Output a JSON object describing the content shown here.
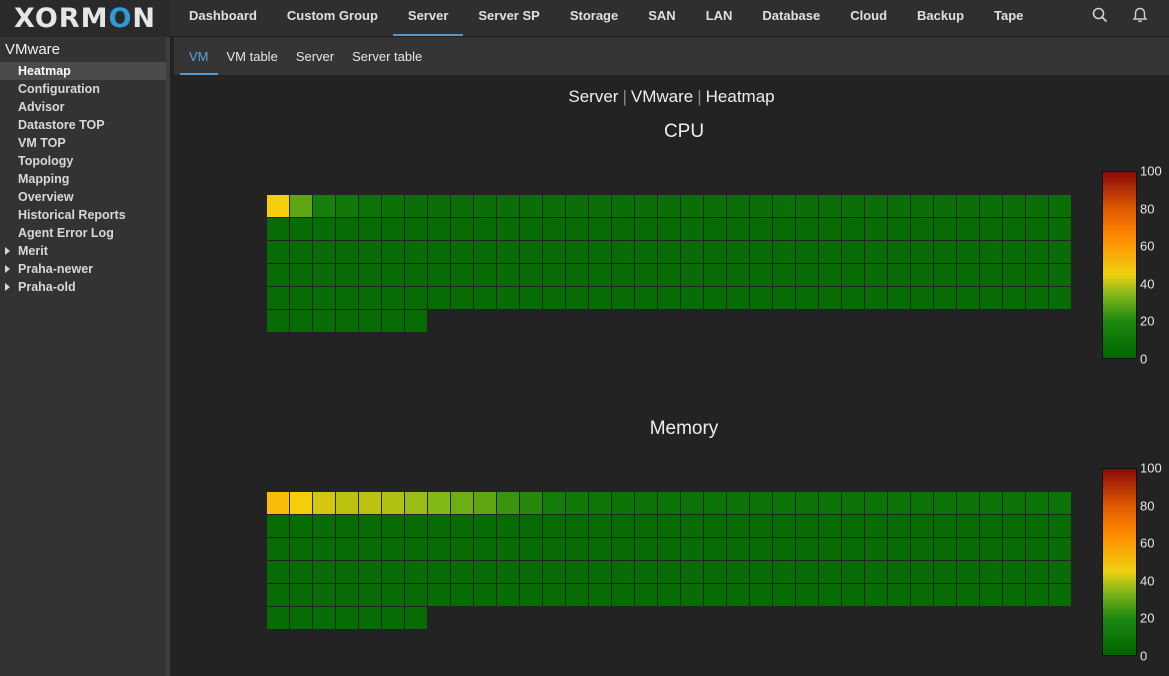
{
  "logo": {
    "text_a": "X",
    "text_b": "ORM",
    "text_c": "O",
    "text_d": "N"
  },
  "main_nav": [
    "Dashboard",
    "Custom Group",
    "Server",
    "Server SP",
    "Storage",
    "SAN",
    "LAN",
    "Database",
    "Cloud",
    "Backup",
    "Tape"
  ],
  "main_nav_active": 2,
  "icons": {
    "search": "search-icon",
    "notifications": "bell-icon"
  },
  "sidebar": {
    "title": "VMware",
    "items": [
      {
        "label": "Heatmap",
        "active": true,
        "expandable": false
      },
      {
        "label": "Configuration",
        "active": false,
        "expandable": false
      },
      {
        "label": "Advisor",
        "active": false,
        "expandable": false
      },
      {
        "label": "Datastore TOP",
        "active": false,
        "expandable": false
      },
      {
        "label": "VM TOP",
        "active": false,
        "expandable": false
      },
      {
        "label": "Topology",
        "active": false,
        "expandable": false
      },
      {
        "label": "Mapping",
        "active": false,
        "expandable": false
      },
      {
        "label": "Overview",
        "active": false,
        "expandable": false
      },
      {
        "label": "Historical Reports",
        "active": false,
        "expandable": false
      },
      {
        "label": "Agent Error Log",
        "active": false,
        "expandable": false
      },
      {
        "label": "Merit",
        "active": false,
        "expandable": true
      },
      {
        "label": "Praha-newer",
        "active": false,
        "expandable": true
      },
      {
        "label": "Praha-old",
        "active": false,
        "expandable": true
      }
    ]
  },
  "sub_nav": [
    "VM",
    "VM table",
    "Server",
    "Server table"
  ],
  "sub_nav_active": 0,
  "breadcrumb": [
    "Server",
    "VMware",
    "Heatmap"
  ],
  "charts": [
    {
      "title": "CPU",
      "legend_ticks": [
        "100",
        "80",
        "60",
        "40",
        "20",
        "0"
      ]
    },
    {
      "title": "Memory",
      "legend_ticks": [
        "100",
        "80",
        "60",
        "40",
        "20",
        "0"
      ]
    }
  ],
  "chart_data": [
    {
      "type": "heatmap",
      "title": "CPU",
      "columns": 35,
      "scale": [
        0,
        100
      ],
      "values": [
        45,
        30,
        18,
        14,
        10,
        9,
        8,
        8,
        8,
        8,
        8,
        8,
        8,
        8,
        8,
        8,
        8,
        8,
        8,
        8,
        8,
        8,
        8,
        8,
        8,
        8,
        8,
        8,
        8,
        8,
        8,
        8,
        8,
        8,
        8,
        5,
        5,
        5,
        5,
        5,
        5,
        5,
        5,
        5,
        5,
        5,
        5,
        5,
        5,
        5,
        5,
        5,
        5,
        5,
        5,
        5,
        5,
        5,
        5,
        5,
        5,
        5,
        5,
        5,
        5,
        5,
        5,
        5,
        5,
        5,
        5,
        5,
        5,
        5,
        5,
        5,
        5,
        5,
        5,
        5,
        5,
        5,
        5,
        5,
        5,
        5,
        5,
        5,
        5,
        5,
        5,
        5,
        5,
        5,
        5,
        5,
        5,
        5,
        5,
        5,
        5,
        5,
        5,
        5,
        5,
        5,
        5,
        5,
        5,
        5,
        5,
        5,
        5,
        5,
        5,
        5,
        5,
        5,
        5,
        5,
        5,
        5,
        5,
        5,
        5,
        5,
        5,
        5,
        5,
        5,
        5,
        5,
        5,
        5,
        5,
        5,
        5,
        5,
        5,
        5,
        5,
        5,
        5,
        5,
        5,
        5,
        5,
        5,
        5,
        5,
        5,
        5,
        5,
        5,
        5,
        5,
        5,
        5,
        5,
        5,
        5,
        5,
        5,
        5,
        5,
        5,
        5,
        5,
        5,
        5,
        5,
        5,
        5,
        5,
        5,
        5,
        5,
        5,
        5,
        5,
        5,
        5
      ]
    },
    {
      "type": "heatmap",
      "title": "Memory",
      "columns": 35,
      "scale": [
        0,
        100
      ],
      "values": [
        50,
        45,
        42,
        40,
        40,
        39,
        37,
        35,
        32,
        30,
        25,
        22,
        16,
        14,
        12,
        11,
        10,
        10,
        10,
        10,
        10,
        10,
        10,
        10,
        10,
        10,
        10,
        10,
        10,
        10,
        10,
        10,
        10,
        10,
        10,
        5,
        5,
        5,
        5,
        5,
        5,
        5,
        5,
        5,
        5,
        5,
        5,
        5,
        5,
        5,
        5,
        5,
        5,
        5,
        5,
        5,
        5,
        5,
        5,
        5,
        5,
        5,
        5,
        5,
        5,
        5,
        5,
        5,
        5,
        5,
        5,
        5,
        5,
        5,
        5,
        5,
        5,
        5,
        5,
        5,
        5,
        5,
        5,
        5,
        5,
        5,
        5,
        5,
        5,
        5,
        5,
        5,
        5,
        5,
        5,
        5,
        5,
        5,
        5,
        5,
        5,
        5,
        5,
        5,
        5,
        5,
        5,
        5,
        5,
        5,
        5,
        5,
        5,
        5,
        5,
        5,
        5,
        5,
        5,
        5,
        5,
        5,
        5,
        5,
        5,
        5,
        5,
        5,
        5,
        5,
        5,
        5,
        5,
        5,
        5,
        5,
        5,
        5,
        5,
        5,
        5,
        5,
        5,
        5,
        5,
        5,
        5,
        5,
        5,
        5,
        5,
        5,
        5,
        5,
        5,
        5,
        5,
        5,
        5,
        5,
        5,
        5,
        5,
        5,
        5,
        5,
        5,
        5,
        5,
        5,
        5,
        5,
        5,
        5,
        5,
        5,
        5,
        5,
        5,
        5,
        5,
        5
      ]
    }
  ]
}
